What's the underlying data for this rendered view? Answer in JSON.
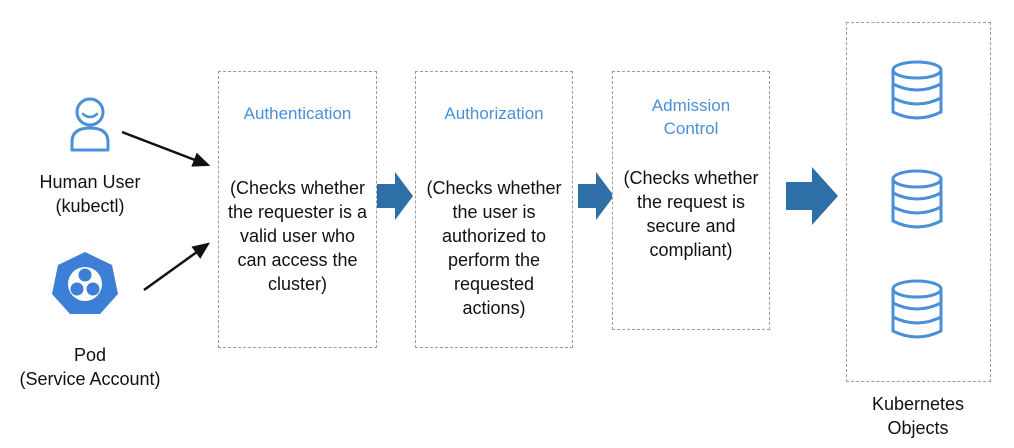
{
  "actors": {
    "human": {
      "label": "Human User\n(kubectl)",
      "icon": "user-icon"
    },
    "pod": {
      "label": "Pod\n(Service Account)",
      "icon": "pod-icon"
    }
  },
  "stages": [
    {
      "title": "Authentication",
      "description": "(Checks whether the requester is a valid user who can access the cluster)"
    },
    {
      "title": "Authorization",
      "description": "(Checks whether the user is authorized to perform the requested actions)"
    },
    {
      "title": "Admission Control",
      "description": "(Checks whether the request is secure and compliant)"
    }
  ],
  "target": {
    "label": "Kubernetes\nObjects",
    "icon": "database-icon"
  },
  "colors": {
    "accent": "#4a90d9",
    "arrow": "#2f6fa8",
    "border": "#9a9a9a"
  }
}
